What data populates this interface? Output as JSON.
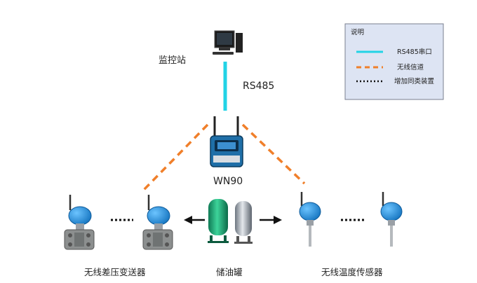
{
  "nodes": {
    "station": "监控站",
    "rs485": "RS485",
    "gateway": "WN90",
    "dp_transmitter": "无线差压变送器",
    "tank": "储油罐",
    "temp_sensor": "无线温度传感器"
  },
  "legend": {
    "title": "说明",
    "items": [
      {
        "label": "RS485串口",
        "style": "solid",
        "color": "#22d3e6"
      },
      {
        "label": "无线信道",
        "style": "dashed",
        "color": "#f07f2a"
      },
      {
        "label": "增加同类装置",
        "style": "dotted",
        "color": "#111111"
      }
    ]
  },
  "colors": {
    "rs485_line": "#22d3e6",
    "wireless_line": "#f07f2a",
    "legend_bg": "#dde4f3",
    "legend_border": "#7a7f8f",
    "sensor_blue": "#2a8fd6"
  }
}
